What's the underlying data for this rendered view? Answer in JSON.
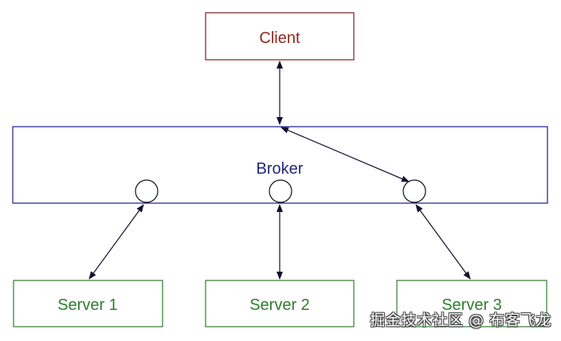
{
  "nodes": {
    "client": {
      "label": "Client"
    },
    "broker": {
      "label": "Broker"
    },
    "server1": {
      "label": "Server 1"
    },
    "server2": {
      "label": "Server 2"
    },
    "server3": {
      "label": "Server 3"
    }
  },
  "watermark": "掘金技术社区 @ 布客飞龙",
  "colors": {
    "client_border": "#7b2020",
    "client_text": "#8b2a1e",
    "broker_border": "#1a1a8c",
    "broker_text": "#22287a",
    "server_border": "#2f7d2f",
    "server_text": "#2e7d2e",
    "arrow": "#101030",
    "port_border": "#111111"
  }
}
